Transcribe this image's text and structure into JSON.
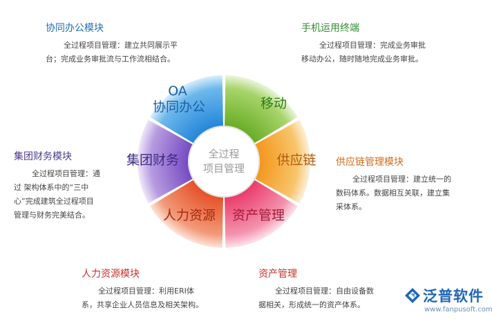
{
  "wheel": {
    "center_line1": "全过程",
    "center_line2": "项目管理",
    "segments": [
      {
        "id": "oa",
        "line1": "OA",
        "line2": "协同办公",
        "color": "#1e88d8",
        "text_color": "#1b5fa6"
      },
      {
        "id": "mobile",
        "line1": "移动",
        "color": "#74b62a",
        "text_color": "#2f7d14"
      },
      {
        "id": "supply",
        "line1": "供应链",
        "color": "#f59a1a",
        "text_color": "#b05a0e"
      },
      {
        "id": "assets",
        "line1": "资产管理",
        "color": "#ea3f6e",
        "text_color": "#a51a3b"
      },
      {
        "id": "hr",
        "line1": "人力资源",
        "color": "#e8502a",
        "text_color": "#a32a12"
      },
      {
        "id": "finance",
        "line1": "集团财务",
        "color": "#7a4ec4",
        "text_color": "#3f2b85"
      }
    ]
  },
  "modules": {
    "oa": {
      "title": "协同办公模块",
      "desc": [
        "全过程项目管理：建立共同展示平",
        "台；完成业务审批流与工作流相结合。"
      ]
    },
    "mobile": {
      "title": "手机运用终端",
      "desc": [
        "全过程项目管理：完成业务审批",
        "移动办公，随时随地完成业务审批。"
      ]
    },
    "finance": {
      "title": "集团财务模块",
      "desc": [
        "全过程项目管理：通",
        "过 架构体系中的“三中",
        "心”完成建筑全过程项目",
        "管理与财务完美结合。"
      ]
    },
    "supply": {
      "title": "供应链管理模块",
      "desc": [
        "全过程项目管理：建立统一的",
        "数码体系。数据相互关联，建立集",
        "采体系。"
      ]
    },
    "hr": {
      "title": "人力资源模块",
      "desc": [
        "全过程项目管理：利用ERI体",
        "系，共享企业人员信息及相关架构。"
      ]
    },
    "assets": {
      "title": "资产管理",
      "desc": [
        "全过程项目管理：自由设备数",
        "据相关，形成统一的资产体系。"
      ]
    }
  },
  "logo": {
    "name": "泛普软件",
    "url": "www.fanpusoft.com"
  }
}
